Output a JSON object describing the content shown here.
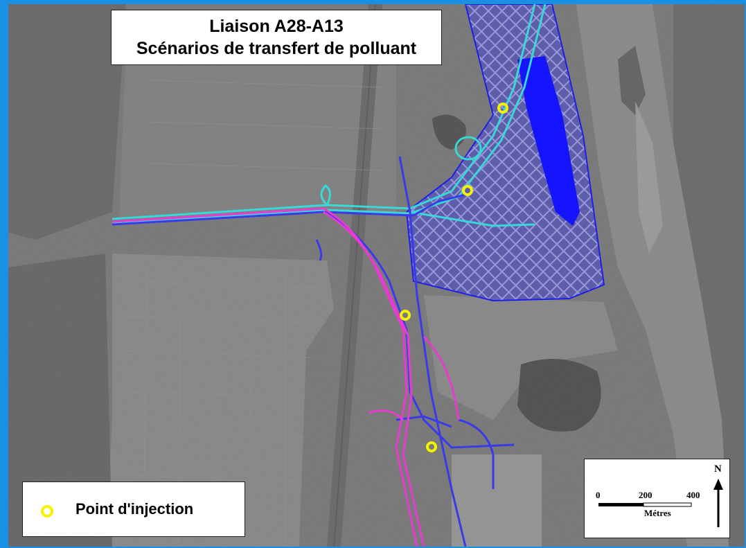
{
  "title": {
    "line1": "Liaison A28-A13",
    "line2": "Scénarios de transfert de polluant"
  },
  "legend": {
    "label": "Point d'injection",
    "marker_color": "#f6f300"
  },
  "scale_bar": {
    "tick_0": "0",
    "tick_1": "200",
    "tick_2": "400",
    "unit": "Métres",
    "north": "N"
  },
  "colors": {
    "frame": "#1a8fe3",
    "zone_fill": "#3c3cd2",
    "zone_stroke": "#1e1ee6",
    "basin": "#1414ff",
    "route_blue": "#3a3ae8",
    "route_cyan": "#39d7d7",
    "route_magenta": "#e63ccf",
    "injection_point": "#f6f300"
  },
  "map_icons": [
    "injection-point-icon",
    "north-arrow-icon"
  ]
}
